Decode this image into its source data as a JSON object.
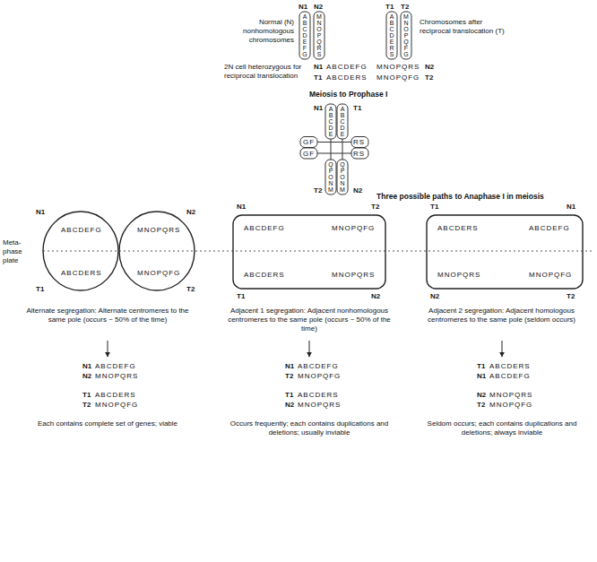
{
  "diagram": {
    "labels": [
      "N1",
      "N2",
      "ABCDEFG",
      "MNOPQRS",
      "T1",
      "T2",
      "ABCDERS",
      "MNOPQFG",
      "Normal (N) nonhomologous chromosomes",
      "Chromosomes after reciprocal translocation (T)",
      "2N cell heterozygous for reciprocal translocation",
      "N1",
      "ABCDEFG",
      "MNOPQRS",
      "N2",
      "T1",
      "ABCDERS",
      "MNOPQFG",
      "T2",
      "Meiosis to Prophase I",
      "N1",
      "T1",
      "ABCDE",
      "ABCDE",
      "GF",
      "GF",
      "RS",
      "RS",
      "QPONM",
      "QPONM",
      "T2",
      "N2",
      "Three possible paths to Anaphase I in meiosis",
      "Meta-phase plate",
      "N1",
      "N2",
      "ABCDEFG",
      "MNOPQRS",
      "ABCDERS",
      "MNOPQFG",
      "T1",
      "T2",
      "N1",
      "T2",
      "ABCDEFG",
      "MNOPQFG",
      "ABCDERS",
      "MNOPQRS",
      "T1",
      "N2",
      "T1",
      "N1",
      "ABCDERS",
      "ABCDEFG",
      "MNOPQRS",
      "MNOPQFG",
      "N2",
      "T2",
      "Alternate segregation: Alternate centromeres to the same pole (occurs ~ 50% of the time)",
      "Adjacent 1 segregation: Adjacent nonhomologous centromeres to the same pole (occurs ~ 50% of the time)",
      "Adjacent 2 segregation: Adjacent homologous centromeres to the same pole (seldom occurs)",
      "N1",
      "ABCDEFG",
      "N2",
      "MNOPQRS",
      "T1",
      "ABCDERS",
      "T2",
      "MNOPQFG",
      "N1",
      "ABCDEFG",
      "T2",
      "MNOPQFG",
      "T1",
      "ABCDERS",
      "N2",
      "MNOPQRS",
      "T1",
      "ABCDERS",
      "N1",
      "ABCDEFG",
      "N2",
      "MNOPQRS",
      "T2",
      "MNOPQFG",
      "Each contains complete set of genes; viable",
      "Occurs frequently; each contains duplications and deletions; usually inviable",
      "Seldom occurs; each contains duplications and deletions; always inviable"
    ]
  }
}
